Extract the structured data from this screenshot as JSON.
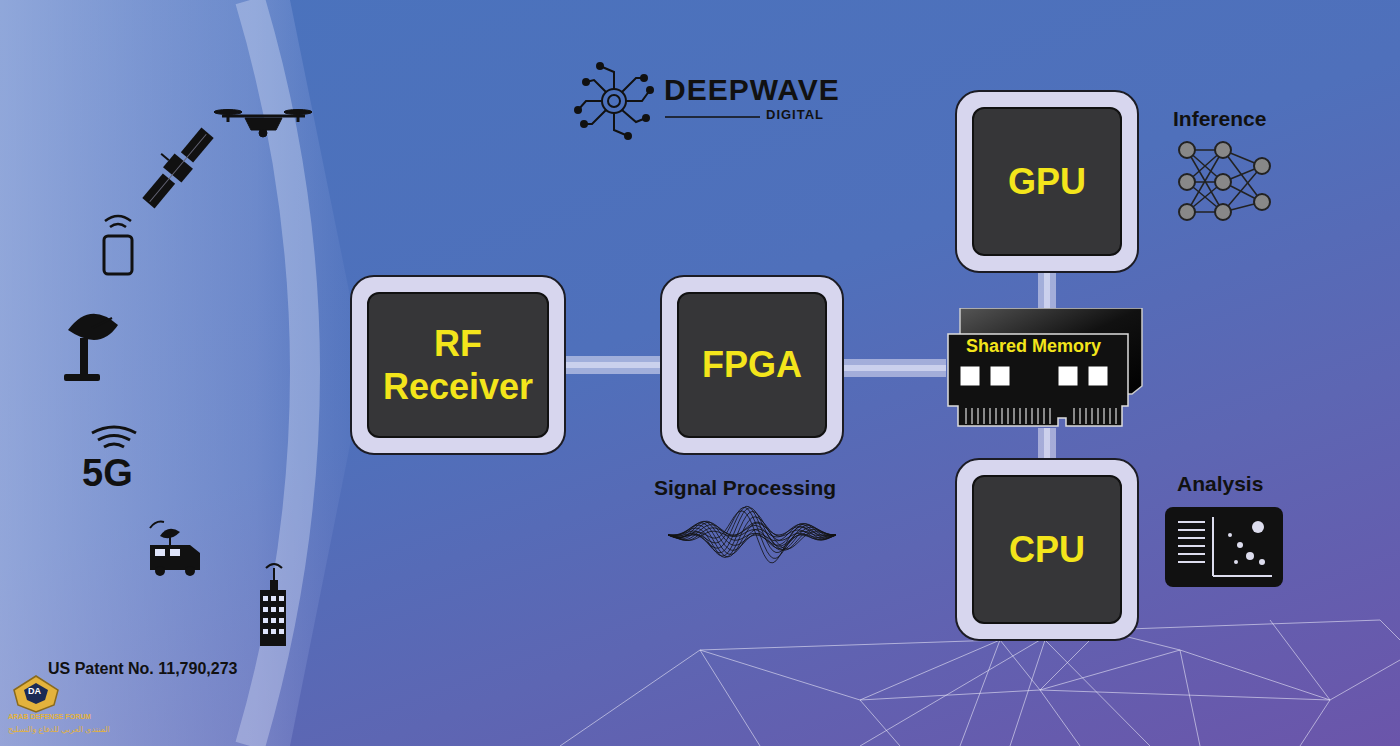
{
  "diagram": {
    "nodes": [
      {
        "text": [
          "RF Receiver"
        ]
      },
      {
        "text": [
          "FPGA"
        ]
      },
      {
        "text": [
          "GPU"
        ]
      },
      {
        "text": [
          "Shared Memory"
        ]
      },
      {
        "text": [
          "CPU"
        ]
      }
    ],
    "edges": [
      {
        "from": 0,
        "to": 1,
        "arrow": "none"
      },
      {
        "from": 1,
        "to": 3,
        "arrow": "none"
      },
      {
        "from": 2,
        "to": 3,
        "arrow": "none"
      },
      {
        "from": 3,
        "to": 4,
        "arrow": "none"
      }
    ],
    "labels": [
      "DEEPWAVE",
      "DIGITAL",
      "Inference",
      "Analysis",
      "Signal Processing",
      "5G",
      "US Patent No. 11,790,273",
      "DA",
      "ARAB DEFENSE FORUM",
      "المنتدى العربي للدفاع والتسليح"
    ]
  }
}
